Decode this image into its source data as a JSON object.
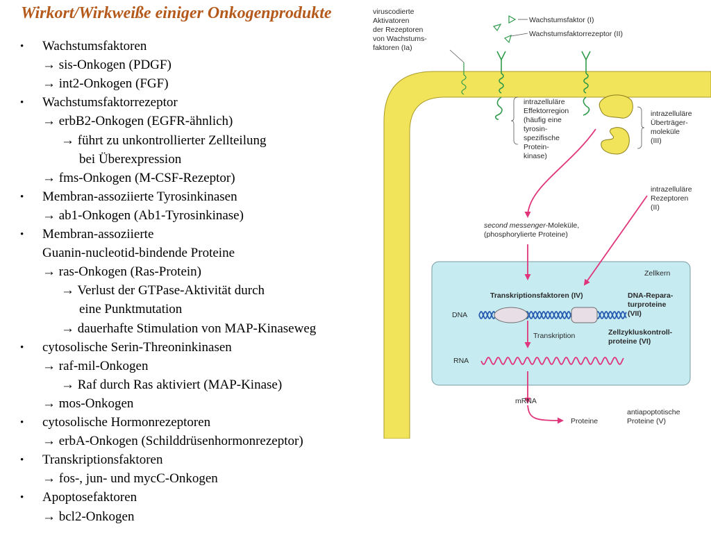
{
  "title": "Wirkort/Wirkweiße einiger Onkogenprodukte",
  "list": [
    {
      "level": 0,
      "text": "Wachstumsfaktoren"
    },
    {
      "level": 1,
      "text": "→ sis-Onkogen (PDGF)"
    },
    {
      "level": 1,
      "text": "→ int2-Onkogen (FGF)"
    },
    {
      "level": 0,
      "text": "Wachstumsfaktorrezeptor"
    },
    {
      "level": 1,
      "text": "→ erbB2-Onkogen (EGFR-ähnlich)"
    },
    {
      "level": 2,
      "text": "→ führt zu unkontrollierter Zellteilung"
    },
    {
      "level": 3,
      "text": "bei Überexpression"
    },
    {
      "level": 1,
      "text": "→ fms-Onkogen (M-CSF-Rezeptor)"
    },
    {
      "level": 0,
      "text": "Membran-assoziierte Tyrosinkinasen"
    },
    {
      "level": 1,
      "text": "→ ab1-Onkogen (Ab1-Tyrosinkinase)"
    },
    {
      "level": 0,
      "text": "Membran-assoziierte"
    },
    {
      "level": 4,
      "text": "Guanin-nucleotid-bindende Proteine"
    },
    {
      "level": 1,
      "text": "→ ras-Onkogen (Ras-Protein)"
    },
    {
      "level": 2,
      "text": "→ Verlust der GTPase-Aktivität durch"
    },
    {
      "level": 3,
      "text": "eine Punktmutation"
    },
    {
      "level": 2,
      "text": "→ dauerhafte Stimulation von MAP-Kinaseweg"
    },
    {
      "level": 0,
      "text": "cytosolische Serin-Threoninkinasen"
    },
    {
      "level": 1,
      "text": "→ raf-mil-Onkogen"
    },
    {
      "level": 2,
      "text": "→ Raf durch Ras aktiviert (MAP-Kinase)"
    },
    {
      "level": 1,
      "text": "→ mos-Onkogen"
    },
    {
      "level": 0,
      "text": "cytosolische Hormonrezeptoren"
    },
    {
      "level": 1,
      "text": "→ erbA-Onkogen (Schilddrüsenhormonrezeptor)"
    },
    {
      "level": 0,
      "text": "Transkriptionsfaktoren"
    },
    {
      "level": 1,
      "text": "→ fos-, jun- und mycC-Onkogen"
    },
    {
      "level": 0,
      "text": "Apoptosefaktoren"
    },
    {
      "level": 1,
      "text": "→ bcl2-Onkogen"
    }
  ],
  "diagram": {
    "viral_activators": [
      "viruscodierte",
      "Aktivatoren",
      "der Rezeptoren",
      "von Wachstums-",
      "faktoren (Ia)"
    ],
    "growth_factor": "Wachstumsfaktor (I)",
    "growth_factor_receptor": "Wachstumsfaktorrezeptor (II)",
    "effector_region": [
      "intrazelluläre",
      "Effektorregion",
      "(häufig eine",
      "tyrosin-",
      "spezifische",
      "Protein-",
      "kinase)"
    ],
    "transmitter_molecules": [
      "intrazelluläre",
      "Überträger-",
      "moleküle",
      "(III)"
    ],
    "intracellular_receptors": [
      "intrazelluläre",
      "Rezeptoren",
      "(II)"
    ],
    "second_messenger_italic": "second messenger",
    "second_messenger_rest": "-Moleküle,",
    "second_messenger_line2": "(phosphorylierte Proteine)",
    "nucleus": "Zellkern",
    "transcription_factors": "Transkriptionsfaktoren (IV)",
    "dna_repair": [
      "DNA-Repara-",
      "turproteine",
      "(VII)"
    ],
    "dna": "DNA",
    "transcription": "Transkription",
    "cell_cycle_control": [
      "Zellzykluskontroll-",
      "proteine (VI)"
    ],
    "rna": "RNA",
    "mrna": "mRNA",
    "proteins": "Proteine",
    "antiapoptotic": [
      "antiapoptotische",
      "Proteine (V)"
    ],
    "colors": {
      "membrane": "#f2e45a",
      "membrane_stroke": "#a89a2a",
      "nucleus_fill": "#c6ecf2",
      "nucleus_stroke": "#7a9aa3",
      "arrow": "#e0357a",
      "dna": "#2a5db0",
      "receptor": "#2f9a4a",
      "title": "#b5591b"
    }
  }
}
